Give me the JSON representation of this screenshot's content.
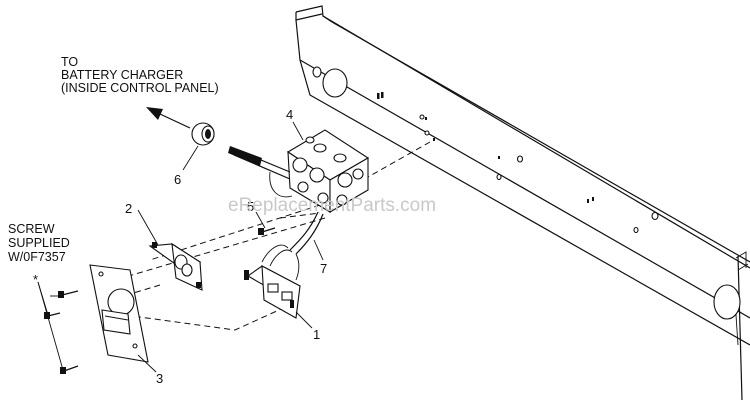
{
  "labels": {
    "to_line1": "TO",
    "to_line2": "BATTERY CHARGER",
    "to_line3": "(INSIDE CONTROL PANEL)",
    "screw_line1": "SCREW",
    "screw_line2": "SUPPLIED",
    "screw_line3": "W/0F7357",
    "asterisk": "*"
  },
  "callouts": [
    "1",
    "2",
    "3",
    "4",
    "5",
    "6",
    "7"
  ],
  "watermark": "eReplacementParts.com"
}
